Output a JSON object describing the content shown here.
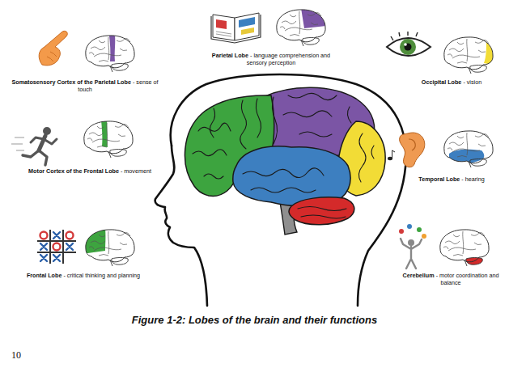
{
  "diagram": {
    "caption": "Figure 1-2: Lobes of the brain and their functions",
    "labels": [
      "Somatosensory Cortex of the Parietal Lobe",
      "- sense of touch",
      "Parietal Lobe",
      "- language comprehension and sensory perception",
      "Occipital Lobe",
      "- vision",
      "Motor Cortex of the Frontal Lobe",
      "- movement",
      "Temporal Lobe",
      "- hearing",
      "Frontal Lobe",
      "- critical thinking and planning",
      "Cerebellum",
      "- motor coordination and balance",
      "10"
    ]
  }
}
